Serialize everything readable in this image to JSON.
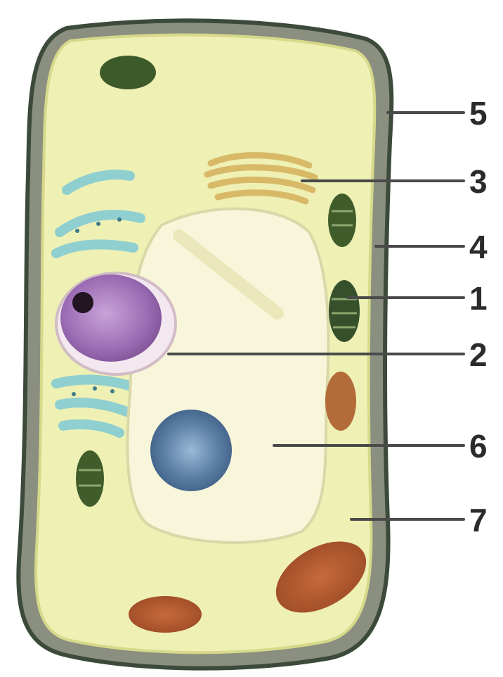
{
  "diagram": {
    "labels": [
      "5",
      "3",
      "4",
      "1",
      "2",
      "6",
      "7"
    ]
  }
}
